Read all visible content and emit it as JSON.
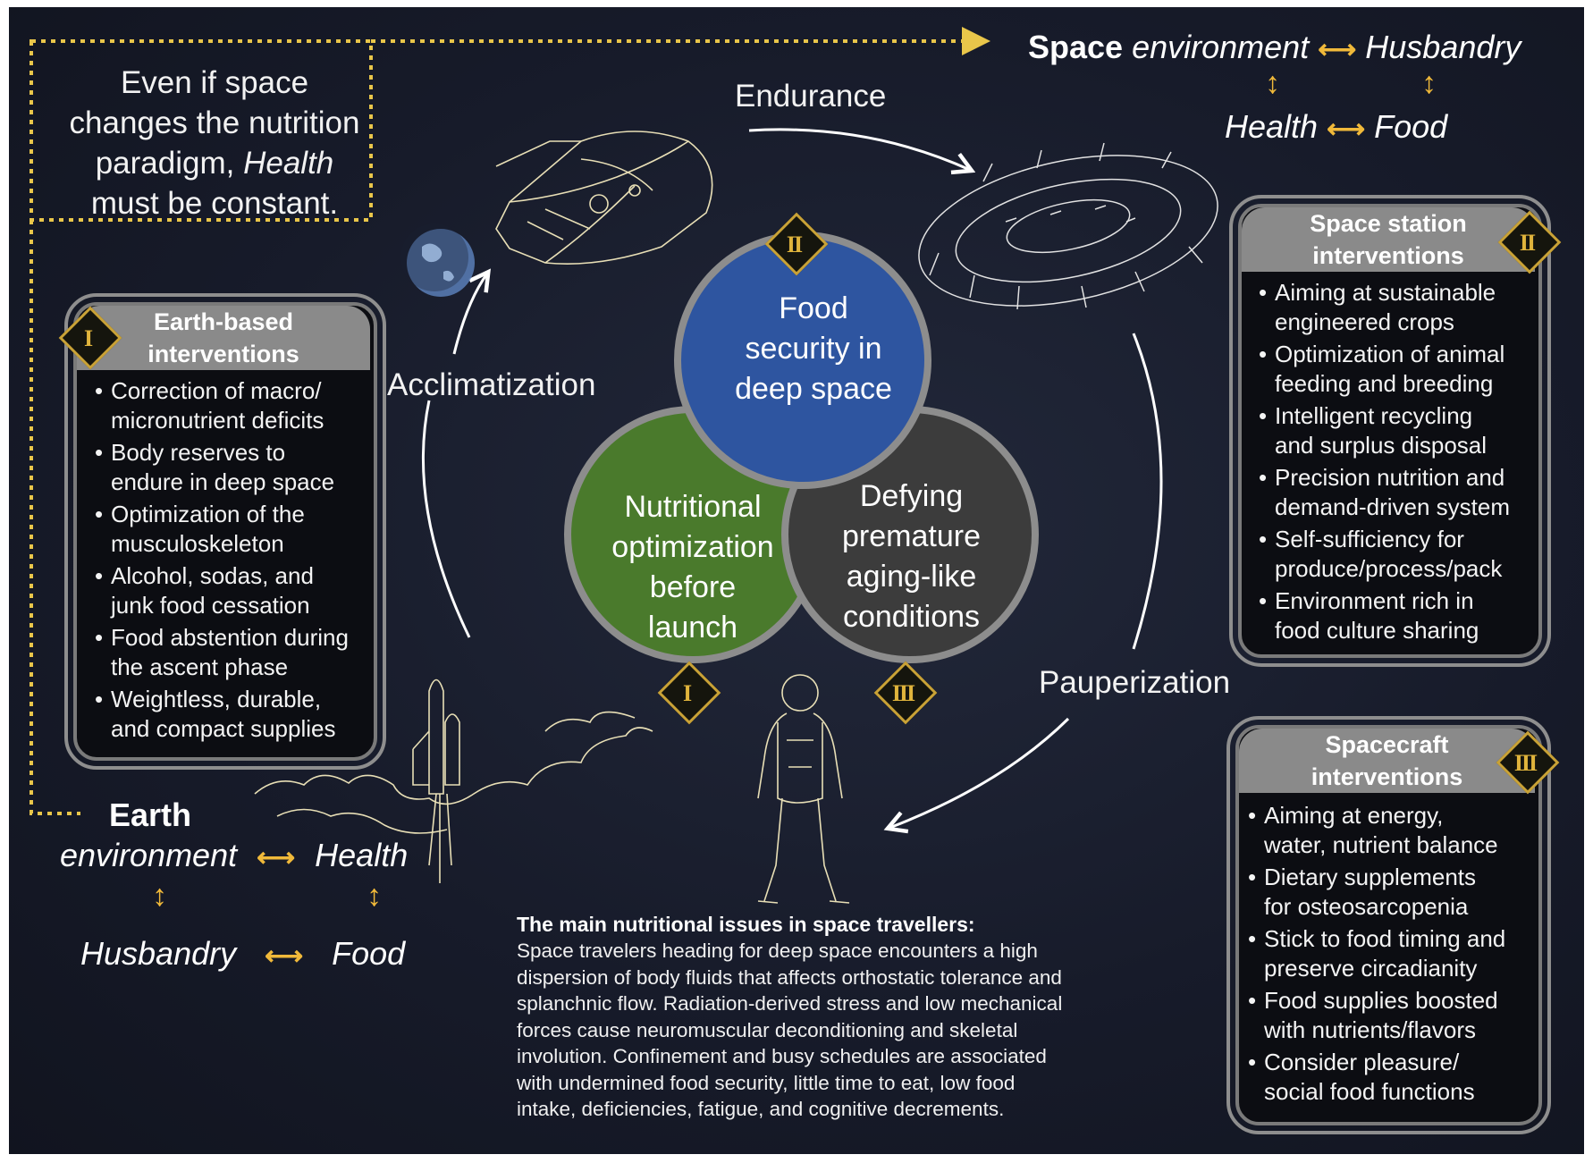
{
  "quote": {
    "line1": "Even if space",
    "line2": "changes the nutrition",
    "line3_pre": "paradigm, ",
    "line3_em": "Health",
    "line4": "must be constant."
  },
  "cycle_labels": {
    "endurance": "Endurance",
    "acclimatization": "Acclimatization",
    "pauperization": "Pauperization"
  },
  "circles": [
    {
      "id": "I",
      "lines": [
        "Nutritional",
        "optimization",
        "before",
        "launch"
      ],
      "color": "#4a7a2c"
    },
    {
      "id": "II",
      "lines": [
        "Food",
        "security in",
        "deep space"
      ],
      "color": "#2e55a0"
    },
    {
      "id": "III",
      "lines": [
        "Defying",
        "premature",
        "aging-like",
        "conditions"
      ],
      "color": "#3c3c3c"
    }
  ],
  "roman": {
    "one": "I",
    "two": "II",
    "three": "III"
  },
  "earth_panel": {
    "title_line1": "Earth-based",
    "title_line2": "interventions",
    "items": [
      [
        "Correction of macro/",
        "micronutrient deficits"
      ],
      [
        "Body reserves to",
        "endure in deep space"
      ],
      [
        "Optimization of the",
        "musculoskeleton"
      ],
      [
        "Alcohol, sodas, and",
        "junk food cessation"
      ],
      [
        "Food abstention during",
        "the ascent phase"
      ],
      [
        "Weightless, durable,",
        "and compact supplies"
      ]
    ]
  },
  "station_panel": {
    "title_line1": "Space station",
    "title_line2": "interventions",
    "items": [
      [
        "Aiming at sustainable",
        "engineered crops"
      ],
      [
        "Optimization of animal",
        "feeding and breeding"
      ],
      [
        "Intelligent recycling",
        "and surplus disposal"
      ],
      [
        "Precision nutrition and",
        "demand-driven system"
      ],
      [
        "Self-sufficiency for",
        "produce/process/pack"
      ],
      [
        "Environment rich in",
        "food culture sharing"
      ]
    ]
  },
  "spacecraft_panel": {
    "title_line1": "Spacecraft",
    "title_line2": "interventions",
    "items": [
      [
        "Aiming at energy,",
        "water, nutrient balance"
      ],
      [
        "Dietary supplements",
        "for osteosarcopenia"
      ],
      [
        "Stick to food timing and",
        "preserve circadianity"
      ],
      [
        "Food supplies boosted",
        "with nutrients/flavors"
      ],
      [
        "Consider pleasure/",
        "social food functions"
      ]
    ]
  },
  "space_model": {
    "space": "Space",
    "environment": "environment",
    "husbandry": "Husbandry",
    "health": "Health",
    "food": "Food"
  },
  "earth_model": {
    "earth": "Earth",
    "environment": "environment",
    "health": "Health",
    "husbandry": "Husbandry",
    "food": "Food"
  },
  "issues": {
    "title": "The main nutritional issues in space travellers:",
    "lines": [
      "Space travelers heading for deep space encounters a high",
      "dispersion of body fluids that affects orthostatic tolerance and",
      "splanchnic flow. Radiation-derived stress and low mechanical",
      "forces cause neuromuscular deconditioning and skeletal",
      "involution. Confinement and busy schedules are associated",
      "with undermined food security, little time to eat, low food",
      "intake, deficiencies, fatigue, and cognitive decrements."
    ]
  },
  "colors": {
    "background": "#171b2a",
    "accent_gold": "#f0b93a",
    "dotted_line": "#e9c64a",
    "panel_header": "#8a8a8a"
  },
  "icons": [
    "spacecraft-icon",
    "space-station-icon",
    "earth-planet-icon",
    "rocket-launch-icon",
    "astronaut-icon"
  ]
}
